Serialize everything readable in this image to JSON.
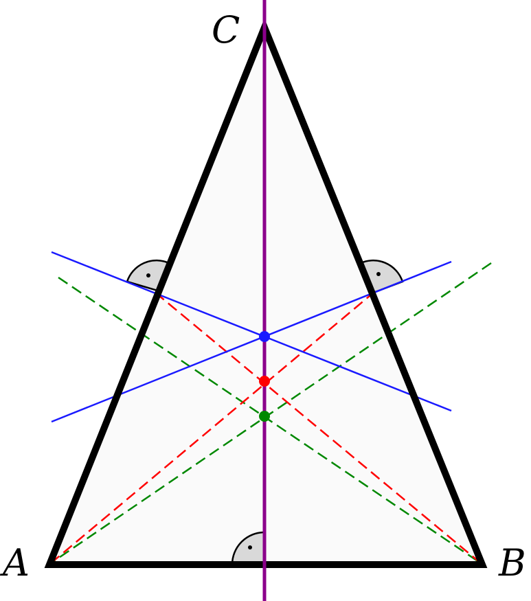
{
  "labels": {
    "a": "A",
    "b": "B",
    "c": "C"
  },
  "colors": {
    "triangle": "#000000",
    "fill": "#fafafa",
    "symmetry_axis": "#8b008b",
    "perpendicular_bisectors": "#1a1aff",
    "circumcenter": "#1a1aff",
    "angle_bisectors": "#ff0000",
    "incenter": "#ff0000",
    "medians": "#008800",
    "centroid": "#008800",
    "right_angle_marker": "#d9d9d9"
  }
}
